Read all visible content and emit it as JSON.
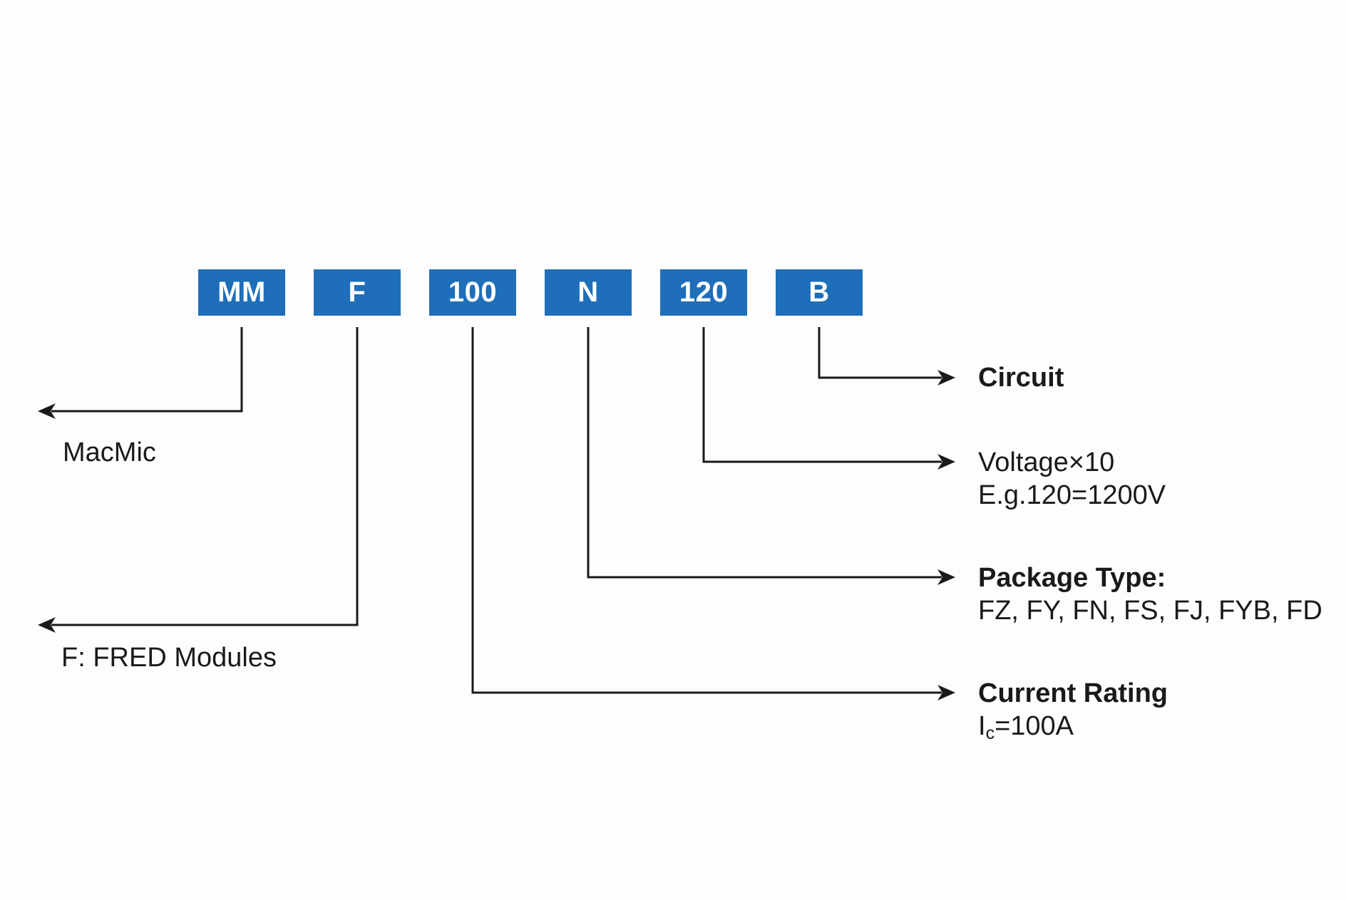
{
  "colors": {
    "box_blue": "#1e6eb9",
    "line": "#1a1a1a",
    "text": "#1a1a1a",
    "background": "#fdfdfd"
  },
  "part_code": [
    "MM",
    "F",
    "100",
    "N",
    "120",
    "B"
  ],
  "annotations": {
    "brand": {
      "text": "MacMic"
    },
    "family": {
      "text": "F: FRED Modules"
    },
    "circuit": {
      "title": "Circuit"
    },
    "voltage": {
      "line1": "Voltage×10",
      "line2": "E.g.120=1200V"
    },
    "package_type": {
      "title": "Package Type:",
      "values": "FZ, FY, FN, FS, FJ, FYB, FD"
    },
    "current_rating": {
      "title": "Current Rating",
      "symbol": "I",
      "symbol_sub": "c",
      "value": "=100A"
    }
  }
}
